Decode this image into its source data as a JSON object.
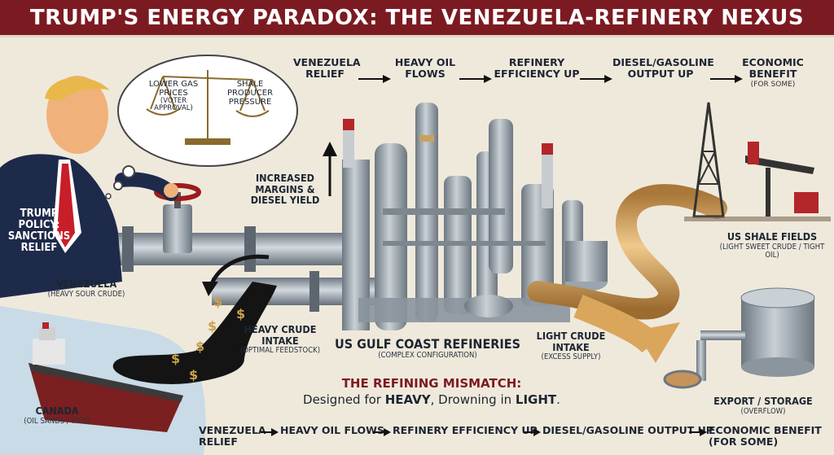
{
  "title": "TRUMP'S ENERGY PARADOX: THE VENEZUELA-REFINERY NEXUS",
  "flow_top": [
    {
      "label": "VENEZUELA RELIEF",
      "sub": ""
    },
    {
      "label": "HEAVY OIL FLOWS",
      "sub": ""
    },
    {
      "label": "REFINERY EFFICIENCY UP",
      "sub": ""
    },
    {
      "label": "DIESEL/GASOLINE OUTPUT UP",
      "sub": ""
    },
    {
      "label": "ECONOMIC BENEFIT",
      "sub": "(FOR SOME)"
    }
  ],
  "scale": {
    "left": {
      "label": "LOWER GAS PRICES",
      "sub": "(VOTER APPROVAL)"
    },
    "right": {
      "label": "SHALE PRODUCER PRESSURE",
      "sub": ""
    }
  },
  "trump_policy": {
    "label": "TRUMP POLICY: SANCTIONS RELIEF"
  },
  "increased_margins": {
    "label": "INCREASED MARGINS & DIESEL YIELD"
  },
  "venezuela": {
    "label": "VENEZUELA",
    "sub": "(HEAVY SOUR CRUDE)"
  },
  "canada": {
    "label": "CANADA",
    "sub": "(OIL SANDS / WCS)"
  },
  "heavy_intake": {
    "label": "HEAVY CRUDE INTAKE",
    "sub": "(OPTIMAL FEEDSTOCK)"
  },
  "refineries": {
    "label": "US GULF COAST REFINERIES",
    "sub": "(COMPLEX CONFIGURATION)"
  },
  "light_intake": {
    "label": "LIGHT CRUDE INTAKE",
    "sub": "(EXCESS SUPPLY)"
  },
  "shale": {
    "label": "US SHALE FIELDS",
    "sub": "(LIGHT SWEET CRUDE / TIGHT OIL)"
  },
  "export": {
    "label": "EXPORT / STORAGE",
    "sub": "(OVERFLOW)"
  },
  "mismatch": {
    "heading": "THE REFINING MISMATCH:",
    "prefix": "Designed for",
    "heavy": "HEAVY",
    "middle": ", Drowning in",
    "light": "LIGHT",
    "suffix": "."
  },
  "bottom_flow": [
    {
      "label": "VENEZUELA RELIEF"
    },
    {
      "label": "HEAVY OIL FLOWS"
    },
    {
      "label": "REFINERY EFFICIENCY UP"
    },
    {
      "label": "DIESEL/GASOLINE OUTPUT UP"
    },
    {
      "label": "ECONOMIC BENEFIT (FOR SOME)"
    }
  ],
  "money_symbol": "$",
  "colors": {
    "title_bg": "#7c1a22",
    "accent_red": "#7c1a22",
    "pipe_steel": "#9aa5ad",
    "light_crude": "#d9a65c",
    "ocean": "#c8dbe6"
  }
}
